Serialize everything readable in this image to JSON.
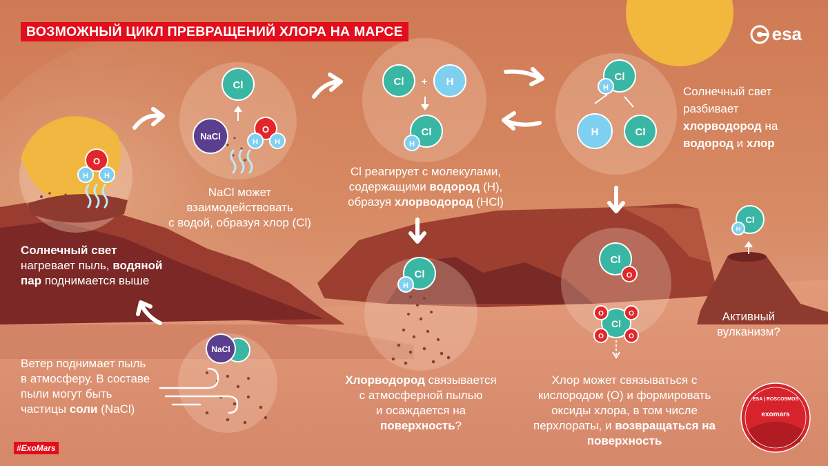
{
  "title": "ВОЗМОЖНЫЙ ЦИКЛ ПРЕВРАЩЕНИЙ ХЛОРА НА МАРСЕ",
  "logo": {
    "text": "esa"
  },
  "hashtag": "#ExoMars",
  "atoms": {
    "cl": "Cl",
    "h": "H",
    "o": "O",
    "nacl": "NaCl",
    "plus": "+"
  },
  "texts": {
    "t1": {
      "a": "Солнечный свет",
      "b": "нагревает пыль,",
      "c": "водяной",
      "d": "пар",
      "e": "поднимается выше"
    },
    "t2": {
      "a": "NaCl может",
      "b": "взаимодействовать",
      "c": "с водой, образуя хлор (Cl)"
    },
    "t3": {
      "a": "Cl реагирует с молекулами,",
      "b": "содержащими",
      "c": "водород",
      "d": "(H),",
      "e": "образуя",
      "f": "хлорводород",
      "g": "(HCl)"
    },
    "t4": {
      "a": "Солнечный свет",
      "b": "разбивает",
      "c": "хлорводород",
      "d": "на",
      "e": "водород",
      "f": "и",
      "g": "хлор"
    },
    "t5": {
      "a": "Ветер поднимает пыль",
      "b": "в атмосферу. В составе",
      "c": "пыли могут быть",
      "d": "частицы",
      "e": "соли",
      "f": "(NaCl)"
    },
    "t6": {
      "a": "Хлорводород",
      "b": "связывается",
      "c": "с атмосферной пылью",
      "d": "и осаждается на",
      "e": "поверхность",
      "f": "?"
    },
    "t7": {
      "a": "Хлор может связываться с",
      "b": "кислородом (O) и формировать",
      "c": "оксиды хлора, в том числе",
      "d": "перхлораты, и",
      "e": "возвращаться на",
      "f": "поверхность"
    },
    "t8": {
      "a": "Активный",
      "b": "вулканизм?"
    }
  },
  "badge": {
    "top": "ESA | ROSCOSMOS",
    "name": "exomars"
  },
  "colors": {
    "cl": "#39b7a4",
    "h": "#7fd0f0",
    "o": "#e2262a",
    "nacl": "#5b3f8f",
    "title_bg": "#e30d1b",
    "sun": "#f2b73d",
    "badge": "#d7242c"
  }
}
